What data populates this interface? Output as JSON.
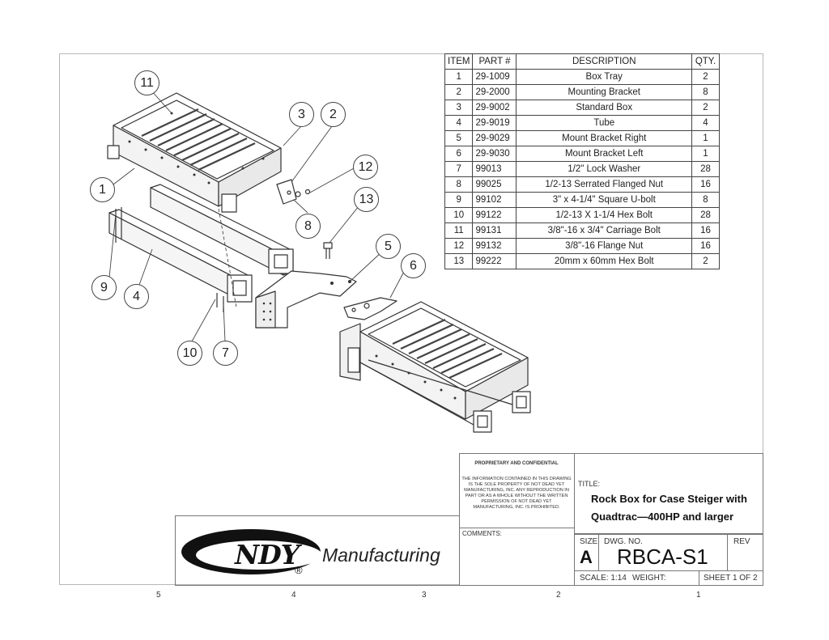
{
  "bom": {
    "headers": [
      "ITEM",
      "PART #",
      "DESCRIPTION",
      "QTY."
    ],
    "rows": [
      [
        "1",
        "29-1009",
        "Box Tray",
        "2"
      ],
      [
        "2",
        "29-2000",
        "Mounting Bracket",
        "8"
      ],
      [
        "3",
        "29-9002",
        "Standard Box",
        "2"
      ],
      [
        "4",
        "29-9019",
        "Tube",
        "4"
      ],
      [
        "5",
        "29-9029",
        "Mount Bracket Right",
        "1"
      ],
      [
        "6",
        "29-9030",
        "Mount Bracket Left",
        "1"
      ],
      [
        "7",
        "99013",
        "1/2\" Lock Washer",
        "28"
      ],
      [
        "8",
        "99025",
        "1/2-13 Serrated Flanged Nut",
        "16"
      ],
      [
        "9",
        "99102",
        "3\" x 4-1/4\" Square U-bolt",
        "8"
      ],
      [
        "10",
        "99122",
        "1/2-13 X 1-1/4 Hex Bolt",
        "28"
      ],
      [
        "11",
        "99131",
        "3/8\"-16 x 3/4\" Carriage Bolt",
        "16"
      ],
      [
        "12",
        "99132",
        "3/8\"-16 Flange Nut",
        "16"
      ],
      [
        "13",
        "99222",
        "20mm x 60mm Hex Bolt",
        "2"
      ]
    ]
  },
  "callouts": [
    "11",
    "3",
    "2",
    "12",
    "1",
    "13",
    "8",
    "5",
    "6",
    "9",
    "4",
    "10",
    "7"
  ],
  "title_block": {
    "proprietary_heading": "PROPRIETARY AND CONFIDENTIAL",
    "proprietary_text": "THE INFORMATION CONTAINED IN THIS DRAWING IS THE SOLE PROPERTY OF NOT DEAD YET MANUFACTURING, INC. ANY REPRODUCTION IN PART OR AS A WHOLE WITHOUT THE WRITTEN PERMISSION OF NOT DEAD YET MANUFACTURING, INC. IS PROHIBITED.",
    "comments_label": "COMMENTS:",
    "title_label": "TITLE:",
    "title_line1": "Rock Box for Case Steiger with",
    "title_line2": "Quadtrac—400HP and larger",
    "size_label": "SIZE",
    "size_value": "A",
    "dwg_no_label": "DWG.  NO.",
    "dwg_no_value": "RBCA-S1",
    "rev_label": "REV",
    "scale": "SCALE: 1:14",
    "weight": "WEIGHT:",
    "sheet": "SHEET 1 OF 2"
  },
  "logo": {
    "brand": "NDY",
    "word": "Manufacturing",
    "registered": "®"
  },
  "zones": [
    "5",
    "4",
    "3",
    "2",
    "1"
  ]
}
